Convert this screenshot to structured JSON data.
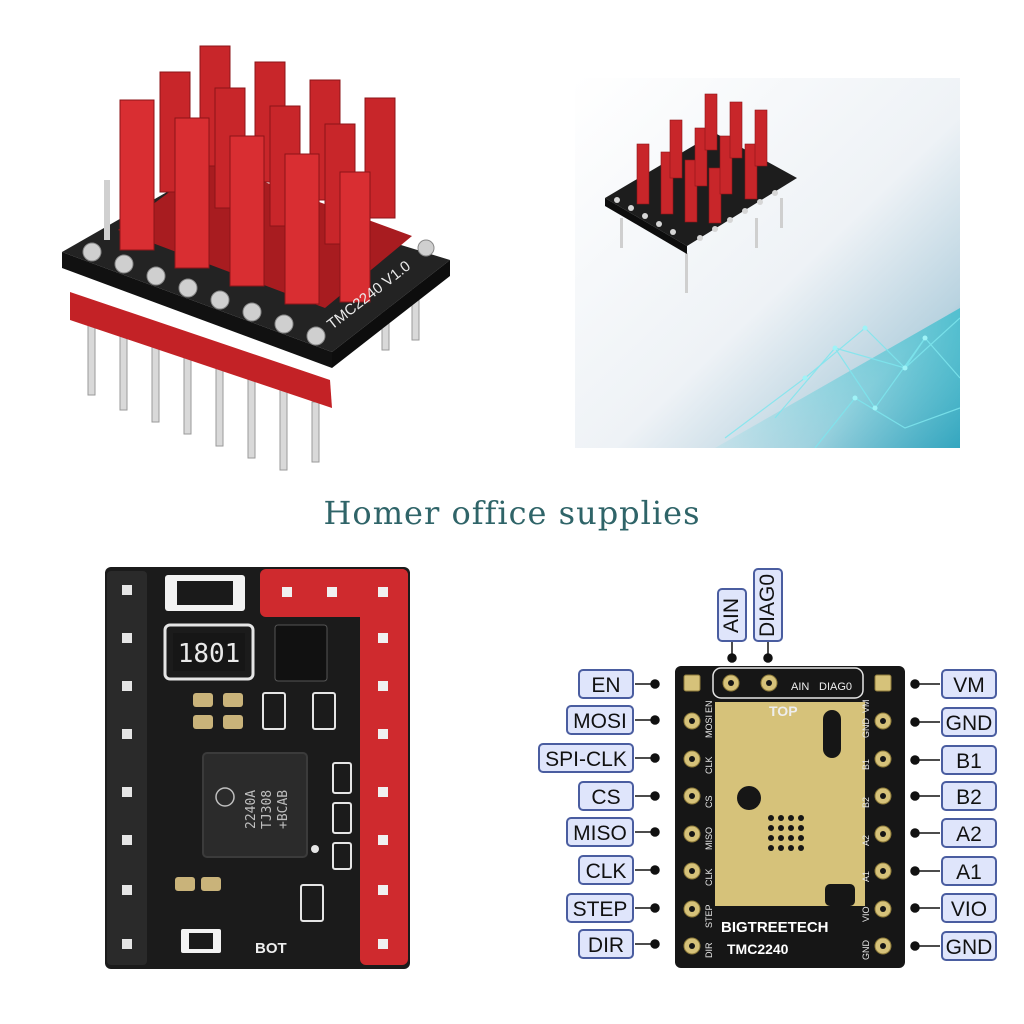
{
  "caption": "Homer office supplies",
  "product": {
    "driver_marking": "TMC2240 V1.0",
    "board_top_label": "TOP",
    "board_bot_label": "BOT",
    "brand": "BIGTREETECH",
    "model": "TMC2240",
    "ic_marking": [
      "2240A",
      "TJ308",
      "+BCAB"
    ],
    "resistor_marking": "1801",
    "header_ain": "AIN",
    "header_diag": "DIAG0"
  },
  "pinout": {
    "top_labels": [
      "AIN",
      "DIAG0"
    ],
    "left_labels": [
      "EN",
      "MOSI",
      "SPI-CLK",
      "CS",
      "MISO",
      "CLK",
      "STEP",
      "DIR"
    ],
    "right_labels": [
      "VM",
      "GND",
      "B1",
      "B2",
      "A2",
      "A1",
      "VIO",
      "GND"
    ],
    "silk_left": [
      "EN",
      "MOSI",
      "CLK",
      "CS",
      "MISO",
      "CLK",
      "STEP",
      "DIR"
    ],
    "silk_right": [
      "VM",
      "GND",
      "B1",
      "B2",
      "A2",
      "A1",
      "VIO",
      "GND"
    ]
  },
  "colors": {
    "heatsink_red": "#c8262a",
    "pcb_black": "#1a1a1a",
    "gold_pad": "#d6c27a",
    "label_fill": "#dfe5fb",
    "label_border": "#4a5da0",
    "caption": "#2f6468"
  }
}
